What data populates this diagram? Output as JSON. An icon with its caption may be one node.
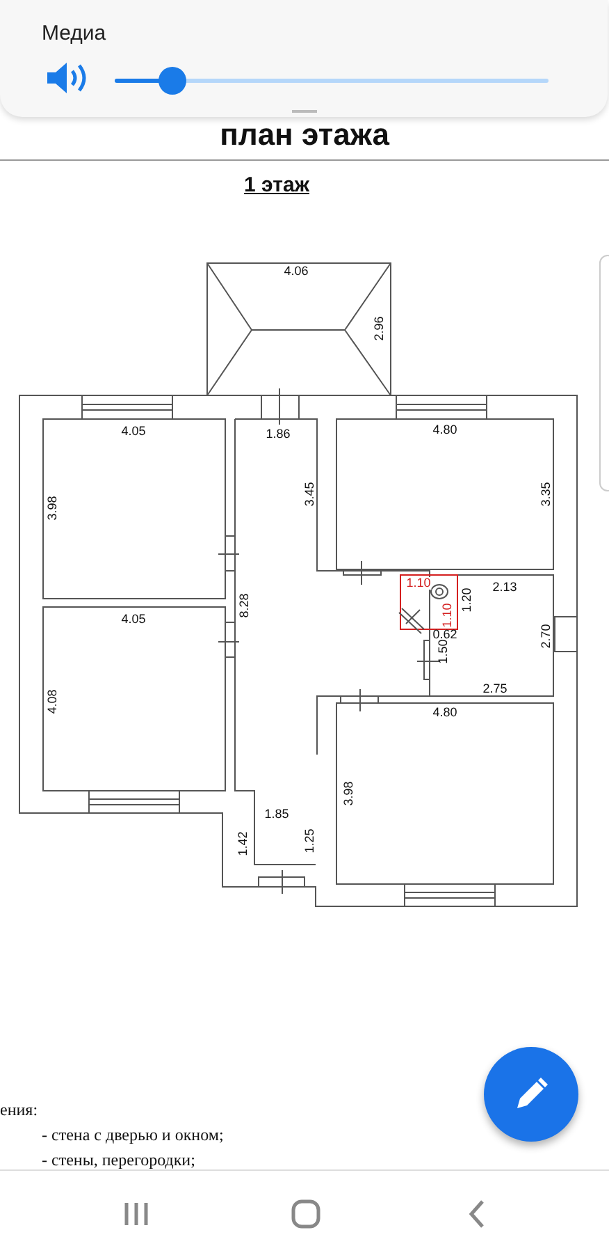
{
  "diagram": {
    "title": "план этажа",
    "labels": [
      "Медиа",
      "1 этаж",
      "4.06",
      "2.96",
      "4.05",
      "1.86",
      "4.80",
      "3.98",
      "3.45",
      "3.35",
      "1.10",
      "1.10",
      "1.20",
      "2.13",
      "8.28",
      "0.62",
      "2.70",
      "4.05",
      "1.50",
      "2.75",
      "4.08",
      "4.80",
      "3.98",
      "1.85",
      "1.42",
      "1.25",
      "ения:",
      "- стена с дверью и окном;",
      "- стены, перегородки;"
    ]
  }
}
